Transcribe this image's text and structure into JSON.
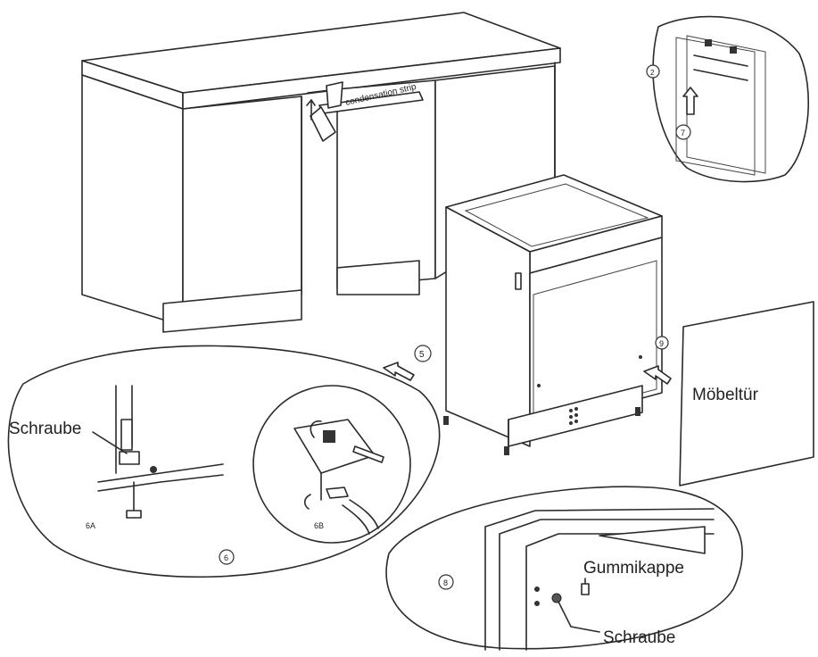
{
  "labels": {
    "condensation_strip": "condensation strip",
    "moebeltuer": "Möbeltür",
    "schraube_left": "Schraube",
    "schraube_bottom": "Schraube",
    "gummikappe": "Gummikappe"
  },
  "steps": {
    "s5": "5",
    "s6": "6",
    "s6a": "6A",
    "s6b": "6B",
    "s7": "7",
    "s8": "8",
    "s9": "9",
    "s2": "2"
  }
}
